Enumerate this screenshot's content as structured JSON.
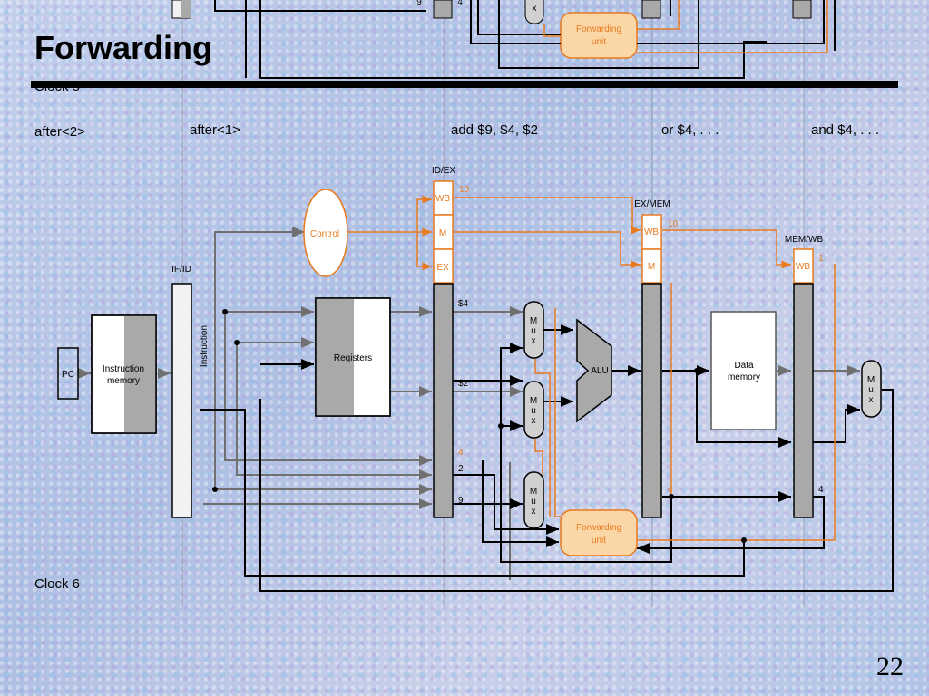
{
  "slide": {
    "title": "Forwarding",
    "overlapped_clock_label": "Clock 5",
    "clock_label": "Clock 6",
    "page_number": "22"
  },
  "stages": [
    {
      "label": "after<2>"
    },
    {
      "label": "after<1>"
    },
    {
      "label": "add $9, $4, $2"
    },
    {
      "label": "or $4, . . ."
    },
    {
      "label": "and $4, . . ."
    }
  ],
  "pipeline_registers": {
    "if_id": "IF/ID",
    "id_ex": "ID/EX",
    "ex_mem": "EX/MEM",
    "mem_wb": "MEM/WB"
  },
  "blocks": {
    "pc": "PC",
    "instruction_memory": [
      "Instruction",
      "memory"
    ],
    "instruction": "Instruction",
    "registers": "Registers",
    "control": "Control",
    "alu": "ALU",
    "data_memory": [
      "Data",
      "memory"
    ],
    "forwarding_unit": [
      "Forwarding",
      "unit"
    ],
    "mux_letters": [
      "M",
      "u",
      "x"
    ],
    "control_fields": {
      "wb": "WB",
      "m": "M",
      "ex": "EX"
    }
  },
  "signals": {
    "reg_dest_top": "9",
    "reg_rs_top": "4",
    "registers_input": "4",
    "id_ex_wb_value": "10",
    "ex_mem_wb_value": "10",
    "mem_wb_wb_value": "1",
    "reg_value_4": "$4",
    "reg_value_2": "$2",
    "rs_4": "4",
    "rt_2": "2",
    "rd_9": "9",
    "ex_mem_rd": "4",
    "mem_wb_rd": "4"
  },
  "colors": {
    "accent_orange": "#e87a1e",
    "forwarding_fill": "#fbd7a8",
    "register_gray": "#a9a9a9",
    "wire_dark": "#000000",
    "wire_gray": "#707070"
  }
}
